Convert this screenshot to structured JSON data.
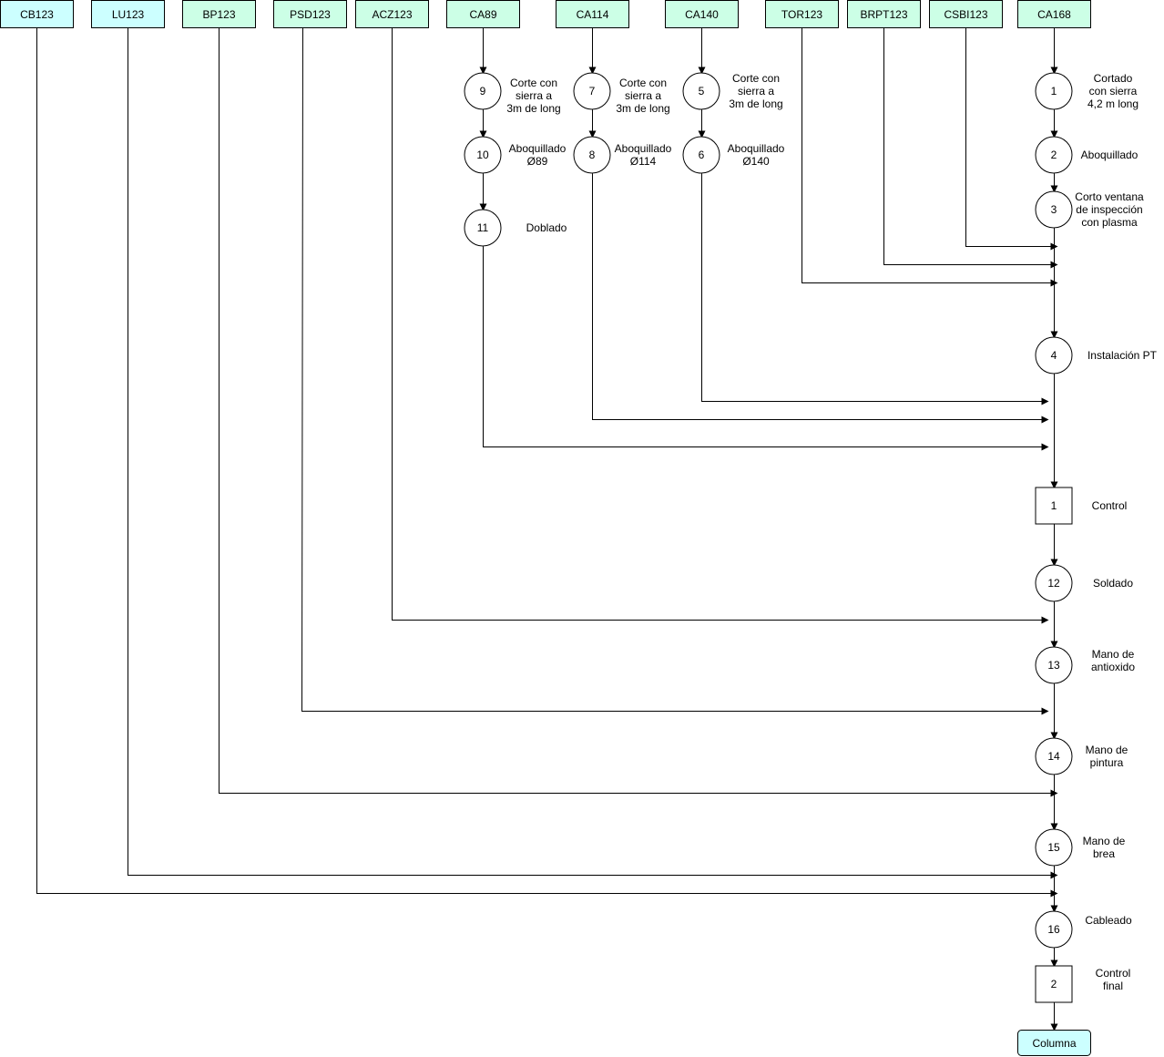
{
  "colors": {
    "green": "#ccffe6",
    "blue": "#ccffff",
    "stroke": "#000000"
  },
  "materials": [
    {
      "id": "CB123",
      "color": "blue"
    },
    {
      "id": "LU123",
      "color": "blue"
    },
    {
      "id": "BP123",
      "color": "green"
    },
    {
      "id": "PSD123",
      "color": "green"
    },
    {
      "id": "ACZ123",
      "color": "green"
    },
    {
      "id": "CA89",
      "color": "green"
    },
    {
      "id": "CA114",
      "color": "green"
    },
    {
      "id": "CA140",
      "color": "green"
    },
    {
      "id": "TOR123",
      "color": "green"
    },
    {
      "id": "BRPT123",
      "color": "green"
    },
    {
      "id": "CSBI123",
      "color": "green"
    },
    {
      "id": "CA168",
      "color": "green"
    }
  ],
  "operations": [
    {
      "key": "op9",
      "kind": "operation",
      "num": "9",
      "desc": [
        "Corte con",
        "sierra  a",
        "3m de long"
      ]
    },
    {
      "key": "op10",
      "kind": "operation",
      "num": "10",
      "desc": [
        "Aboquillado",
        "Ø89"
      ]
    },
    {
      "key": "op11",
      "kind": "operation",
      "num": "11",
      "desc": [
        "Doblado"
      ]
    },
    {
      "key": "op7",
      "kind": "operation",
      "num": "7",
      "desc": [
        "Corte con",
        "sierra  a",
        "3m de long"
      ]
    },
    {
      "key": "op8",
      "kind": "operation",
      "num": "8",
      "desc": [
        "Aboquillado",
        "Ø114"
      ]
    },
    {
      "key": "op5",
      "kind": "operation",
      "num": "5",
      "desc": [
        "Corte con",
        "sierra  a",
        "3m de long"
      ]
    },
    {
      "key": "op6",
      "kind": "operation",
      "num": "6",
      "desc": [
        "Aboquillado",
        "Ø140"
      ]
    },
    {
      "key": "op1",
      "kind": "operation",
      "num": "1",
      "desc": [
        "Cortado",
        "con sierra",
        "4,2 m long"
      ]
    },
    {
      "key": "op2",
      "kind": "operation",
      "num": "2",
      "desc": [
        "Aboquillado"
      ]
    },
    {
      "key": "op3",
      "kind": "operation",
      "num": "3",
      "desc": [
        "Corto ventana",
        "de inspección",
        "con plasma"
      ]
    },
    {
      "key": "op4",
      "kind": "operation",
      "num": "4",
      "desc": [
        "Instalación PT"
      ]
    },
    {
      "key": "ctl1",
      "kind": "inspection",
      "num": "1",
      "desc": [
        "Control"
      ]
    },
    {
      "key": "op12",
      "kind": "operation",
      "num": "12",
      "desc": [
        "Soldado"
      ]
    },
    {
      "key": "op13",
      "kind": "operation",
      "num": "13",
      "desc": [
        "Mano de",
        "antioxido"
      ]
    },
    {
      "key": "op14",
      "kind": "operation",
      "num": "14",
      "desc": [
        "Mano de",
        "pintura"
      ]
    },
    {
      "key": "op15",
      "kind": "operation",
      "num": "15",
      "desc": [
        "Mano de",
        "brea"
      ]
    },
    {
      "key": "op16",
      "kind": "operation",
      "num": "16",
      "desc": [
        "Cableado"
      ]
    },
    {
      "key": "ctl2",
      "kind": "inspection",
      "num": "2",
      "desc": [
        "Control",
        "final"
      ]
    }
  ],
  "output": {
    "label": "Columna",
    "color": "blue"
  }
}
